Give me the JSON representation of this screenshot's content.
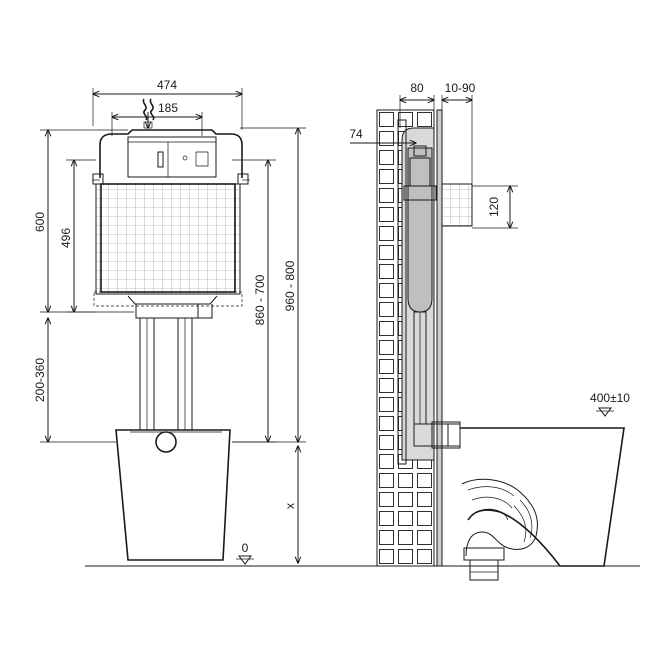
{
  "dimensions": {
    "front": {
      "total_width": "474",
      "button_width": "185",
      "frame_height": "600",
      "tank_height": "496",
      "seat_height_range": "200-360",
      "outlet_height_range": "860 - 700",
      "total_height_range": "960 - 800",
      "floor_offset": "x",
      "floor_level": "0"
    },
    "side": {
      "frame_depth": "80",
      "wall_cladding_range": "10-90",
      "pipe_offset": "74",
      "inlet_height": "120",
      "bowl_projection": "400±10"
    }
  },
  "icons": {
    "water_inlet": "water-waves-icon",
    "floor_marker": "level-triangle-icon"
  },
  "colors": {
    "line": "#1a1a1a",
    "fill_grey": "#d9d9d9",
    "background": "#ffffff"
  }
}
